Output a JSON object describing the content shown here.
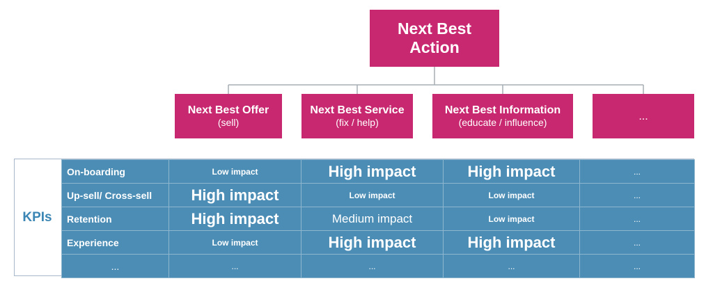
{
  "root": {
    "line1": "Next Best",
    "line2": "Action"
  },
  "children": [
    {
      "title": "Next Best Offer",
      "subtitle": "(sell)"
    },
    {
      "title": "Next Best Service",
      "subtitle": "(fix / help)"
    },
    {
      "title": "Next Best Information",
      "subtitle": "(educate / influence)"
    },
    {
      "title": "...",
      "subtitle": ""
    }
  ],
  "kpi_label": "KPIs",
  "kpi_rows": [
    {
      "label": "On-boarding",
      "cells": [
        "Low impact",
        "High impact",
        "High impact",
        "..."
      ],
      "levels": [
        "low",
        "high",
        "high",
        "dots"
      ]
    },
    {
      "label": "Up-sell/ Cross-sell",
      "cells": [
        "High impact",
        "Low impact",
        "Low impact",
        "..."
      ],
      "levels": [
        "high",
        "low",
        "low",
        "dots"
      ]
    },
    {
      "label": "Retention",
      "cells": [
        "High impact",
        "Medium impact",
        "Low impact",
        "..."
      ],
      "levels": [
        "high",
        "medium",
        "low",
        "dots"
      ]
    },
    {
      "label": "Experience",
      "cells": [
        "Low impact",
        "High impact",
        "High impact",
        "..."
      ],
      "levels": [
        "low",
        "high",
        "high",
        "dots"
      ]
    },
    {
      "label": "...",
      "cells": [
        "...",
        "...",
        "...",
        "..."
      ],
      "levels": [
        "dots",
        "dots",
        "dots",
        "dots"
      ]
    }
  ],
  "colors": {
    "box": "#c8286f",
    "table": "#4b8db5",
    "kpi_text": "#3b86b4",
    "connector": "#a7adb4"
  }
}
